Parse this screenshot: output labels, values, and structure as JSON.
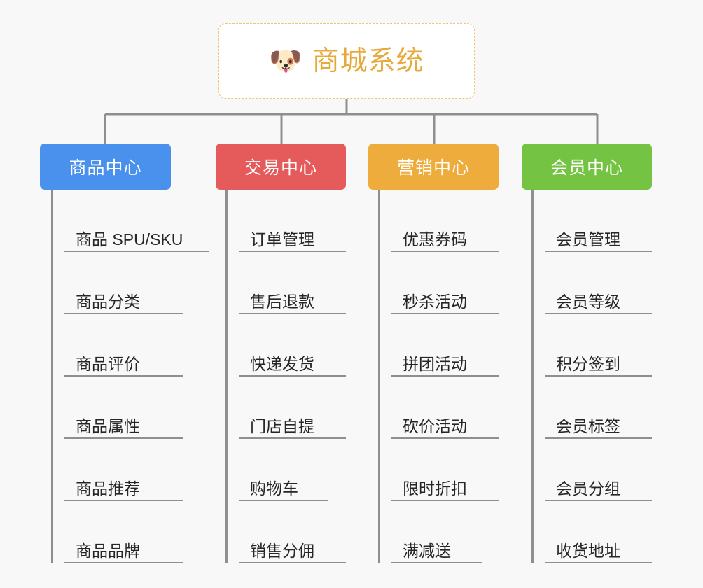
{
  "canvas": {
    "background": "#f8f8f8"
  },
  "root": {
    "icon": "dog-face-icon",
    "emoji": "🐶",
    "title": "商城系统",
    "border_color": "#f0c475",
    "text_color": "#e8a93c",
    "background": "#ffffff"
  },
  "connector": {
    "color": "#8f8f8f"
  },
  "columns": [
    {
      "id": "product-center",
      "title": "商品中心",
      "color": "#4a90ed",
      "items": [
        "商品 SPU/SKU",
        "商品分类",
        "商品评价",
        "商品属性",
        "商品推荐",
        "商品品牌"
      ]
    },
    {
      "id": "trade-center",
      "title": "交易中心",
      "color": "#e55b5b",
      "items": [
        "订单管理",
        "售后退款",
        "快递发货",
        "门店自提",
        "购物车",
        "销售分佣"
      ]
    },
    {
      "id": "marketing-center",
      "title": "营销中心",
      "color": "#eeac3c",
      "items": [
        "优惠券码",
        "秒杀活动",
        "拼团活动",
        "砍价活动",
        "限时折扣",
        "满减送"
      ]
    },
    {
      "id": "member-center",
      "title": "会员中心",
      "color": "#75c342",
      "items": [
        "会员管理",
        "会员等级",
        "积分签到",
        "会员标签",
        "会员分组",
        "收货地址"
      ]
    }
  ]
}
